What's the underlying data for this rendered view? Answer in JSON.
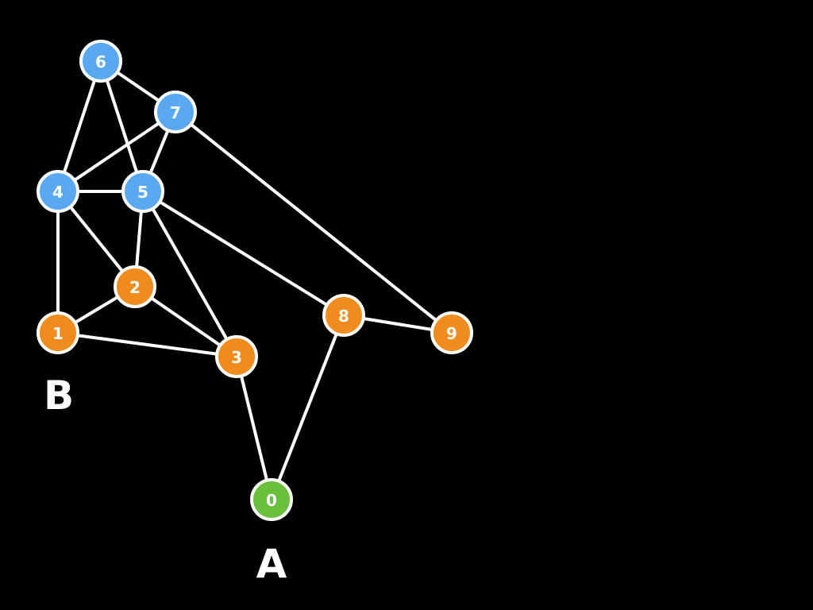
{
  "diagram": {
    "nodes": [
      {
        "id": "0",
        "label": "0",
        "group": "start"
      },
      {
        "id": "1",
        "label": "1",
        "group": "orange"
      },
      {
        "id": "2",
        "label": "2",
        "group": "orange"
      },
      {
        "id": "3",
        "label": "3",
        "group": "orange"
      },
      {
        "id": "4",
        "label": "4",
        "group": "blue"
      },
      {
        "id": "5",
        "label": "5",
        "group": "blue"
      },
      {
        "id": "6",
        "label": "6",
        "group": "blue"
      },
      {
        "id": "7",
        "label": "7",
        "group": "blue"
      },
      {
        "id": "8",
        "label": "8",
        "group": "orange"
      },
      {
        "id": "9",
        "label": "9",
        "group": "orange"
      }
    ],
    "edges": [
      [
        "6",
        "7"
      ],
      [
        "6",
        "4"
      ],
      [
        "6",
        "5"
      ],
      [
        "7",
        "4"
      ],
      [
        "7",
        "5"
      ],
      [
        "7",
        "9"
      ],
      [
        "4",
        "5"
      ],
      [
        "4",
        "1"
      ],
      [
        "4",
        "2"
      ],
      [
        "5",
        "2"
      ],
      [
        "5",
        "3"
      ],
      [
        "5",
        "8"
      ],
      [
        "1",
        "2"
      ],
      [
        "1",
        "3"
      ],
      [
        "2",
        "3"
      ],
      [
        "3",
        "0"
      ],
      [
        "8",
        "0"
      ],
      [
        "8",
        "9"
      ]
    ],
    "group_labels": {
      "a": "A",
      "b": "B"
    }
  },
  "colors": {
    "background": "#000000",
    "blue": "#5aa8f0",
    "orange": "#f08c1e",
    "start": "#6abf3c",
    "edge": "#ffffff",
    "node_stroke": "#ffffff",
    "text": "#ffffff"
  }
}
